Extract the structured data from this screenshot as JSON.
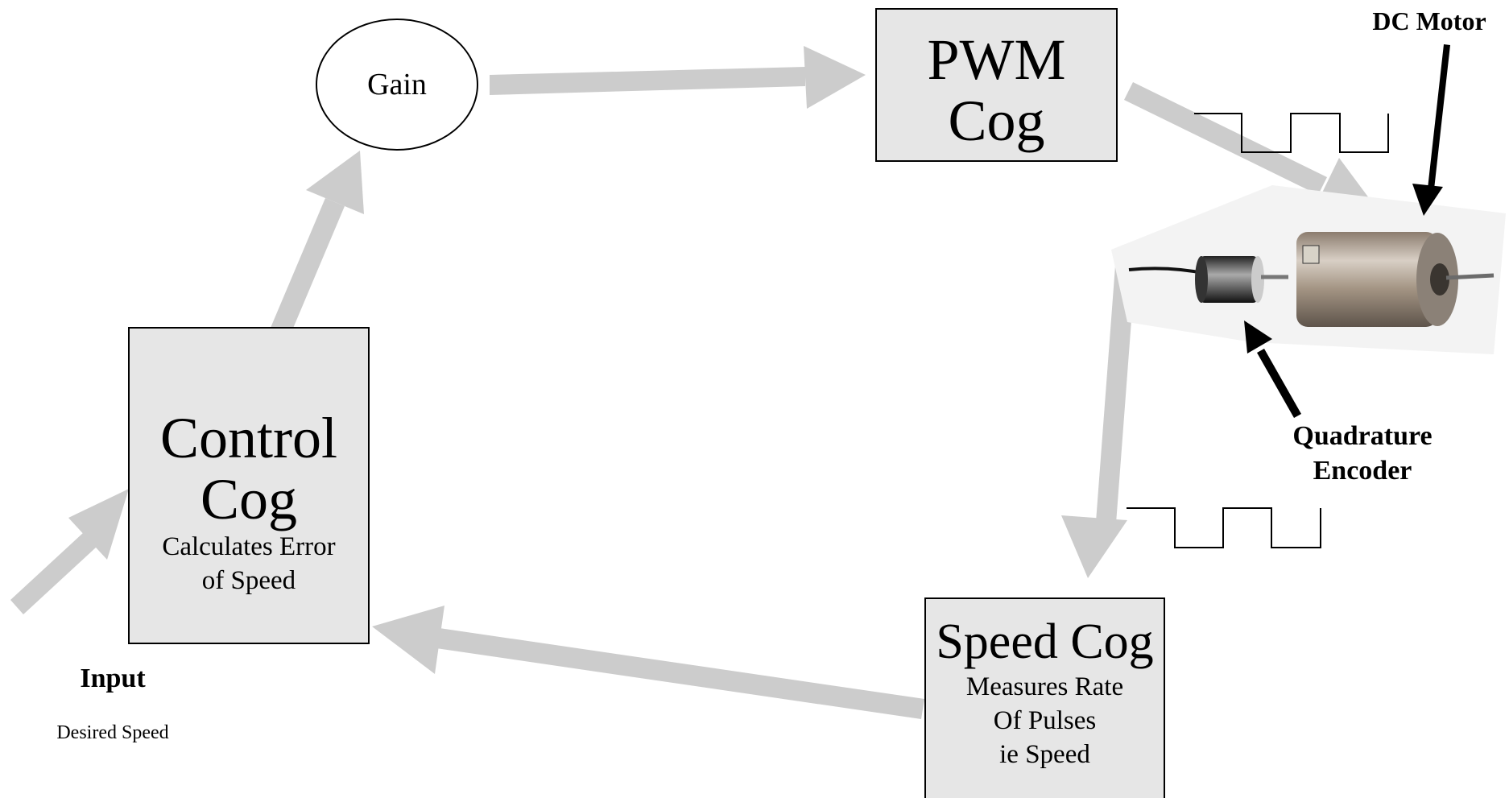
{
  "colors": {
    "arrow": "#cccccc",
    "box_fill": "#e6e6e6",
    "outline": "#000000"
  },
  "nodes": {
    "gain": {
      "label": "Gain"
    },
    "pwm": {
      "line1": "PWM",
      "line2": "Cog"
    },
    "control": {
      "line1": "Control",
      "line2": "Cog",
      "sub1": "Calculates Error",
      "sub2": "of Speed"
    },
    "speed": {
      "title": "Speed Cog",
      "sub1": "Measures Rate",
      "sub2": "Of Pulses",
      "sub3": "ie Speed"
    }
  },
  "labels": {
    "dc_motor": "DC Motor",
    "encoder_line1": "Quadrature",
    "encoder_line2": "Encoder",
    "input": "Input",
    "desired_speed": "Desired Speed"
  }
}
